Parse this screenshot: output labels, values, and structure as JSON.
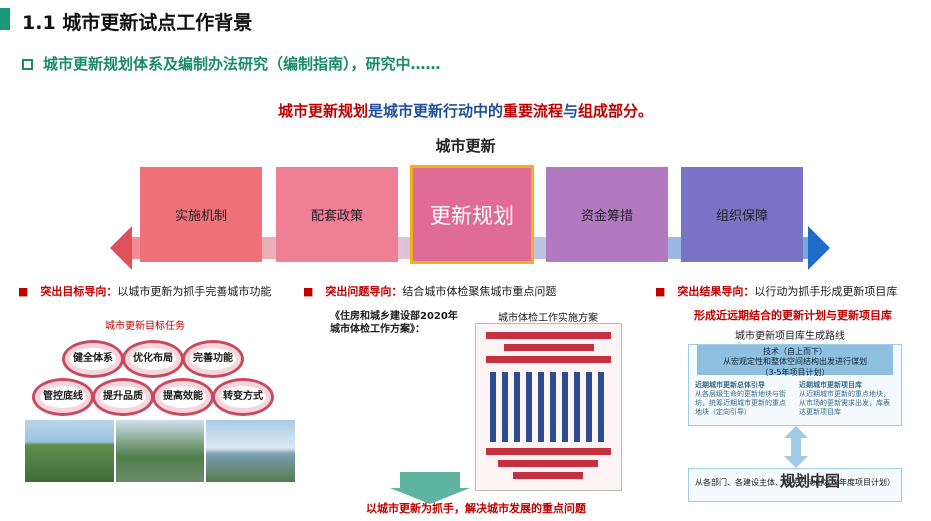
{
  "header": {
    "title": "1.1 城市更新试点工作背景",
    "subtitle": "城市更新规划体系及编制办法研究（编制指南），研究中……"
  },
  "headline": {
    "part1": "城市更新规划",
    "part2": "是城市更新行动中的",
    "part3": "重要流程",
    "part4": "与",
    "part5": "组成部分。"
  },
  "center_label": "城市更新",
  "steps": [
    "实施机制",
    "配套政策",
    "更新规划",
    "资金筹措",
    "组织保障"
  ],
  "orientations": [
    {
      "bullet": "■",
      "bold": "突出目标导向：",
      "text": "以城市更新为抓手完善城市功能"
    },
    {
      "bullet": "■",
      "bold": "突出问题导向：",
      "text": "结合城市体检聚焦城市重点问题"
    },
    {
      "bullet": "■",
      "bold": "突出结果导向：",
      "text": "以行动为抓手形成更新项目库"
    }
  ],
  "left": {
    "caption": "城市更新目标任务",
    "ovals": [
      "健全体系",
      "优化布局",
      "完善功能",
      "管控底线",
      "提升品质",
      "提高效能",
      "转变方式"
    ]
  },
  "middle": {
    "doc_caption1": "《住房和城乡建设部2020年",
    "doc_caption2": "城市体检工作方案》：",
    "doc_title": "城市体检工作实施方案",
    "bottom_text": "以城市更新为抓手，解决城市发展的重点问题"
  },
  "right": {
    "red_title": "形成近远期结合的更新计划与更新项目库",
    "path_title": "城市更新项目库生成路线",
    "panel_head_1": "技术（自上而下）",
    "panel_head_2": "从宏观定性和整体空间结构出发进行谋划",
    "panel_head_3": "（3-5年项目计划）",
    "panel_left": "近期城市更新总体引导",
    "panel_left_text": "从各层级生命的更新地块与街坊，统筹近期城市更新的重点地块（定向引导）",
    "panel_right": "近期城市更新项目库",
    "panel_right_text": "从近期城市更新的重点地块，从市场的更新需求出发，库表达更新项目库",
    "panel2_text": "从各部门、各建设主体、相关行动出发（年度项目计划）",
    "watermark": "规划中国"
  }
}
